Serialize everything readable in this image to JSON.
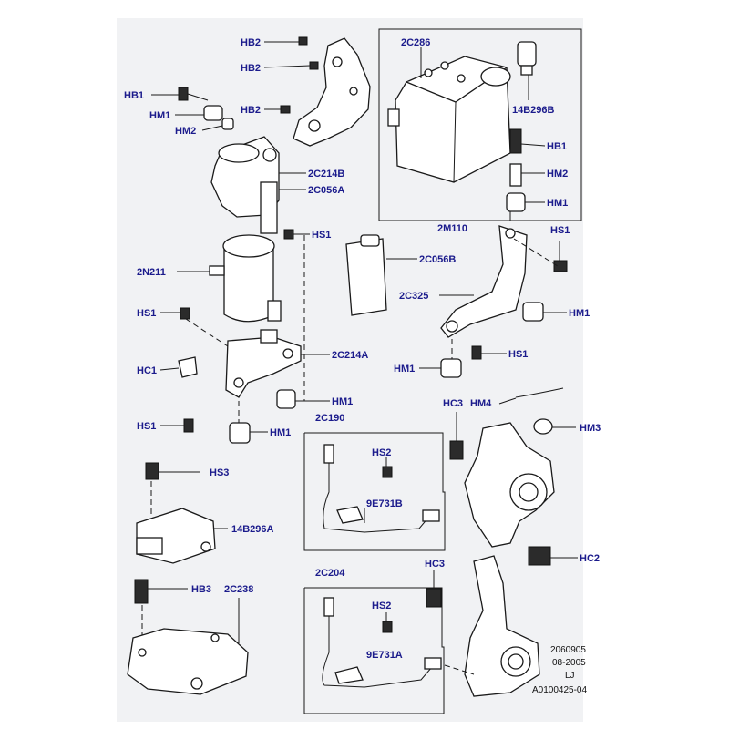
{
  "callouts": {
    "hb2_a": "HB2",
    "hb2_b": "HB2",
    "hb2_c": "HB2",
    "hb1_left": "HB1",
    "hm1_left": "HM1",
    "hm2_left": "HM2",
    "c214b": "2C214B",
    "c056a": "2C056A",
    "c286": "2C286",
    "b296b": "14B296B",
    "m110": "2M110",
    "hb1_right": "HB1",
    "hm2_right": "HM2",
    "hm1_right_top": "HM1",
    "hs1_right_top": "HS1",
    "hs1_mid": "HS1",
    "n211": "2N211",
    "c056b": "2C056B",
    "c325": "2C325",
    "hm1_right_mid": "HM1",
    "hs1_left": "HS1",
    "c214a": "2C214A",
    "hc1": "HC1",
    "hm1_right_low": "HM1",
    "hs1_right_low": "HS1",
    "hm1_center": "HM1",
    "hs1_lower_left": "HS1",
    "hm1_lower": "HM1",
    "hc3_top": "HC3",
    "hm4": "HM4",
    "hm3": "HM3",
    "c190": "2C190",
    "hs2_top": "HS2",
    "e731b": "9E731B",
    "hs3": "HS3",
    "b296a": "14B296A",
    "hc2": "HC2",
    "hb3": "HB3",
    "c238": "2C238",
    "c204": "2C204",
    "hc3_bottom": "HC3",
    "hs2_bottom": "HS2",
    "e731a": "9E731A"
  },
  "footer": {
    "code1": "2060905",
    "date": "08-2005",
    "initials": "LJ",
    "ref": "A0100425-04"
  },
  "colors": {
    "label_blue": "#1b1b8c",
    "panel_grey": "#f1f2f4",
    "line": "#1a1a1a"
  }
}
